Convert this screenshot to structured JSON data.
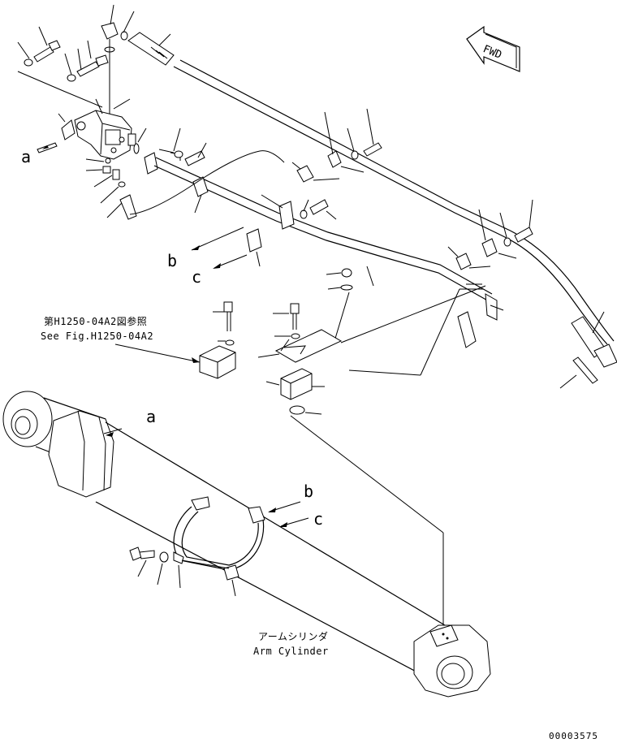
{
  "diagram": {
    "fwd_label": "FWD",
    "callouts": {
      "a": "a",
      "b": "b",
      "c": "c"
    },
    "reference_note": {
      "japanese": "第H1250-04A2図参照",
      "english": "See Fig.H1250-04A2"
    },
    "arm_cylinder_label": {
      "japanese": "アームシリンダ",
      "english": "Arm Cylinder"
    },
    "figure_number": "00003575"
  }
}
